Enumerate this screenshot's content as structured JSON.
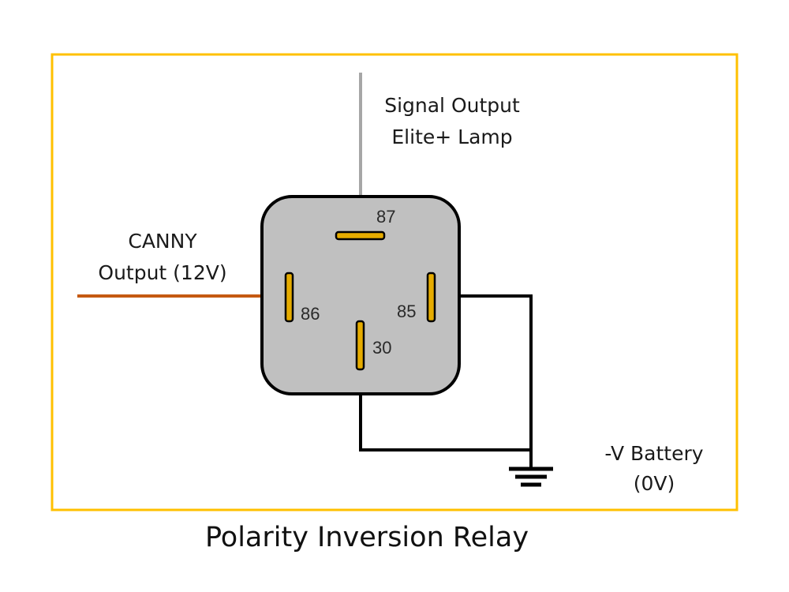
{
  "diagram": {
    "title": "Polarity Inversion Relay",
    "colors": {
      "frame": "#FFC000",
      "relay_body_fill": "#C0C0C0",
      "relay_body_stroke": "#000000",
      "pin_fill": "#E6AC00",
      "wire_input": "#C55A11",
      "wire_output": "#A6A6A6",
      "wire_ground": "#000000"
    },
    "relay": {
      "pins": [
        {
          "id": "87",
          "label": "87",
          "orientation": "horizontal",
          "connection": "signal-output"
        },
        {
          "id": "86",
          "label": "86",
          "orientation": "vertical",
          "connection": "canny-input"
        },
        {
          "id": "85",
          "label": "85",
          "orientation": "vertical",
          "connection": "ground"
        },
        {
          "id": "30",
          "label": "30",
          "orientation": "vertical",
          "connection": "ground"
        }
      ]
    },
    "labels": {
      "signal_output": {
        "line1": "Signal Output",
        "line2": "Elite+ Lamp"
      },
      "canny_output": {
        "line1": "CANNY",
        "line2": "Output (12V)"
      },
      "battery": {
        "line1": "-V Battery",
        "line2": "(0V)"
      }
    },
    "ground_symbol": "ground-icon"
  }
}
